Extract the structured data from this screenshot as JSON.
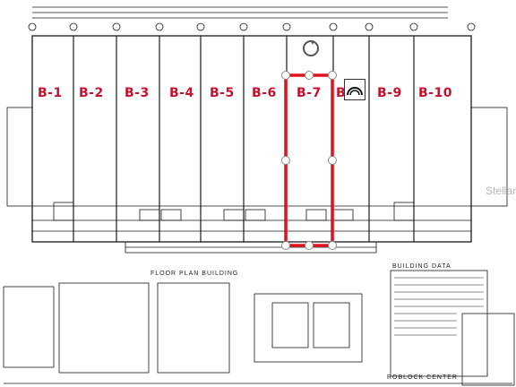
{
  "units": [
    {
      "id": "B-1",
      "label": "B-1"
    },
    {
      "id": "B-2",
      "label": "B-2"
    },
    {
      "id": "B-3",
      "label": "B-3"
    },
    {
      "id": "B-4",
      "label": "B-4"
    },
    {
      "id": "B-5",
      "label": "B-5"
    },
    {
      "id": "B-6",
      "label": "B-6"
    },
    {
      "id": "B-7",
      "label": "B-7",
      "selected": true
    },
    {
      "id": "B-8",
      "label": "B"
    },
    {
      "id": "B-9",
      "label": "B-9"
    },
    {
      "id": "B-10",
      "label": "B-10"
    }
  ],
  "sheet_titles": {
    "floor_plan": "FLOOR PLAN BUILDING",
    "building_data": "BUILDING DATA",
    "project": "ROBLOCK CENTER"
  },
  "watermark": "Stellar",
  "colors": {
    "unit_label": "#c8102e",
    "selection": "#e0141e",
    "line": "#1a1a1a"
  },
  "icons": [
    "rotate-icon",
    "arch-icon"
  ]
}
